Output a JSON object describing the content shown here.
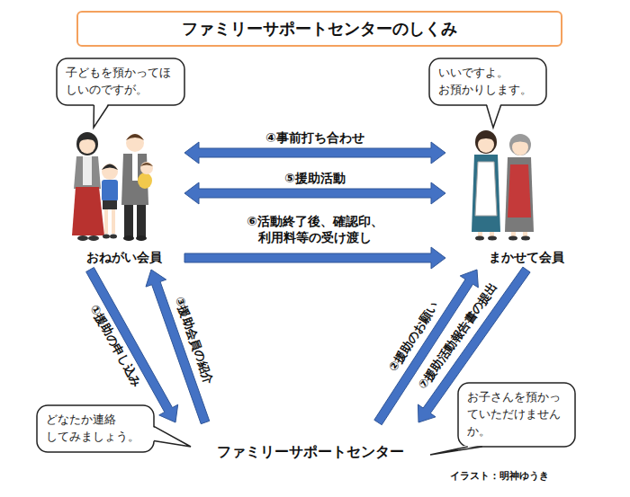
{
  "diagram": {
    "title": "ファミリーサポートセンターのしくみ",
    "nodes": [
      {
        "text": [
          "子どもを預かってほ しいのですが。"
        ]
      },
      {
        "text": [
          "いいですよ。 お預かりします。"
        ]
      },
      {
        "text": [
          "おねがい会員"
        ]
      },
      {
        "text": [
          "まかせて会員"
        ]
      },
      {
        "text": [
          "どなたか連絡 してみましょう。"
        ]
      },
      {
        "text": [
          "ファミリーサポートセンター"
        ]
      },
      {
        "text": [
          "お子さんを預かっ ていただけません か。"
        ]
      }
    ],
    "edges": [
      {
        "from": 2,
        "to": 3,
        "arrow": "both",
        "label": "④事前打ち合わせ"
      },
      {
        "from": 2,
        "to": 3,
        "arrow": "both",
        "label": "⑤援助活動"
      },
      {
        "from": 2,
        "to": 3,
        "arrow": "to",
        "label": "⑥活動終了後、確認印、 利用料等の受け渡し"
      },
      {
        "from": 2,
        "to": 5,
        "arrow": "to",
        "label": "①援助の申し込み"
      },
      {
        "from": 5,
        "to": 2,
        "arrow": "to",
        "label": "③援助会員の紹介"
      },
      {
        "from": 5,
        "to": 3,
        "arrow": "to",
        "label": "②援助のお願い"
      },
      {
        "from": 3,
        "to": 5,
        "arrow": "to",
        "label": "⑦援助活動報告書の提出"
      }
    ],
    "labels": [
      "イラスト：明神ゆうき"
    ]
  }
}
